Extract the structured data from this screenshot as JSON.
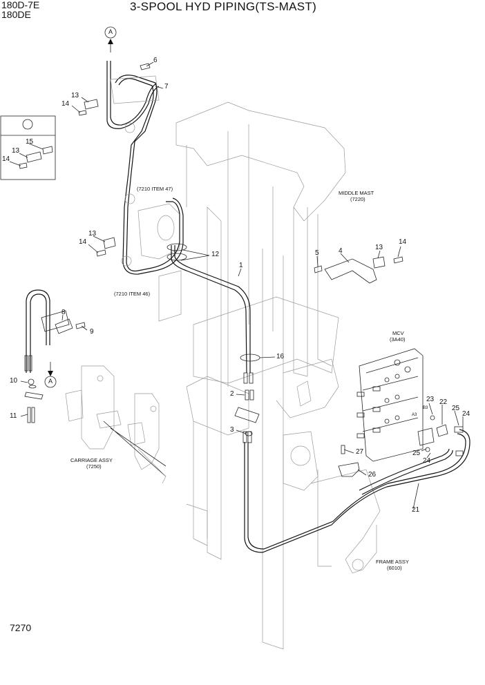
{
  "header": {
    "model_line1": "180D-7E",
    "model_line2": "180DE",
    "title": "3-SPOOL HYD PIPING(TS-MAST)"
  },
  "page_number": "7270",
  "reference_labels": {
    "middle_mast": "MIDDLE MAST",
    "middle_mast_code": "(7220)",
    "item47": "(7210 ITEM 47)",
    "item46": "(7210 ITEM 46)",
    "mcv": "MCV",
    "mcv_code": "(3A40)",
    "carriage": "CARRIAGE ASSY",
    "carriage_code": "(7250)",
    "frame": "FRAME ASSY",
    "frame_code": "(6010)",
    "port_b3": "B3",
    "port_a3": "A3"
  },
  "arrow_refs": {
    "top": "A",
    "bottom": "A"
  },
  "callouts": {
    "c6": "6",
    "c7": "7",
    "c13a": "13",
    "c14a": "14",
    "c15": "15",
    "c13b": "13",
    "c14b": "14",
    "c13c": "13",
    "c14c": "14",
    "c12": "12",
    "c1": "1",
    "c5": "5",
    "c4": "4",
    "c13d": "13",
    "c14d": "14",
    "c8": "8",
    "c9": "9",
    "c10": "10",
    "c11": "11",
    "c16": "16",
    "c2": "2",
    "c3": "3",
    "c23": "23",
    "c22": "22",
    "c25a": "25",
    "c24a": "24",
    "c25b": "25",
    "c24b": "24",
    "c27": "27",
    "c26": "26",
    "c21": "21"
  }
}
